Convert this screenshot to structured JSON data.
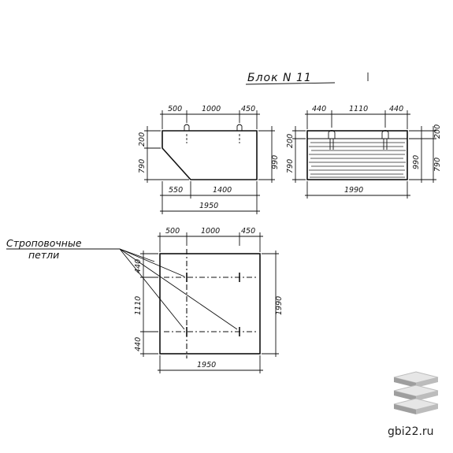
{
  "title": "Блок N 11",
  "callout": {
    "line1": "Строповочные",
    "line2": "петли"
  },
  "side_view": {
    "top_dims": [
      "500",
      "1000",
      "450"
    ],
    "left_dims": [
      "200",
      "790"
    ],
    "right_dim": "990",
    "bottom_dims": [
      "550",
      "1400"
    ],
    "overall_bottom": "1950"
  },
  "front_view": {
    "top_dims": [
      "440",
      "1110",
      "440"
    ],
    "left_dims": [
      "200",
      "790"
    ],
    "right_dims": [
      "990",
      "200",
      "790"
    ],
    "overall_bottom": "1990"
  },
  "plan_view": {
    "top_dims": [
      "500",
      "1000",
      "450"
    ],
    "left_dims": [
      "440",
      "1110",
      "440"
    ],
    "right_dim": "1990",
    "overall_bottom": "1950"
  },
  "watermark": {
    "site": "gbi22.ru"
  }
}
